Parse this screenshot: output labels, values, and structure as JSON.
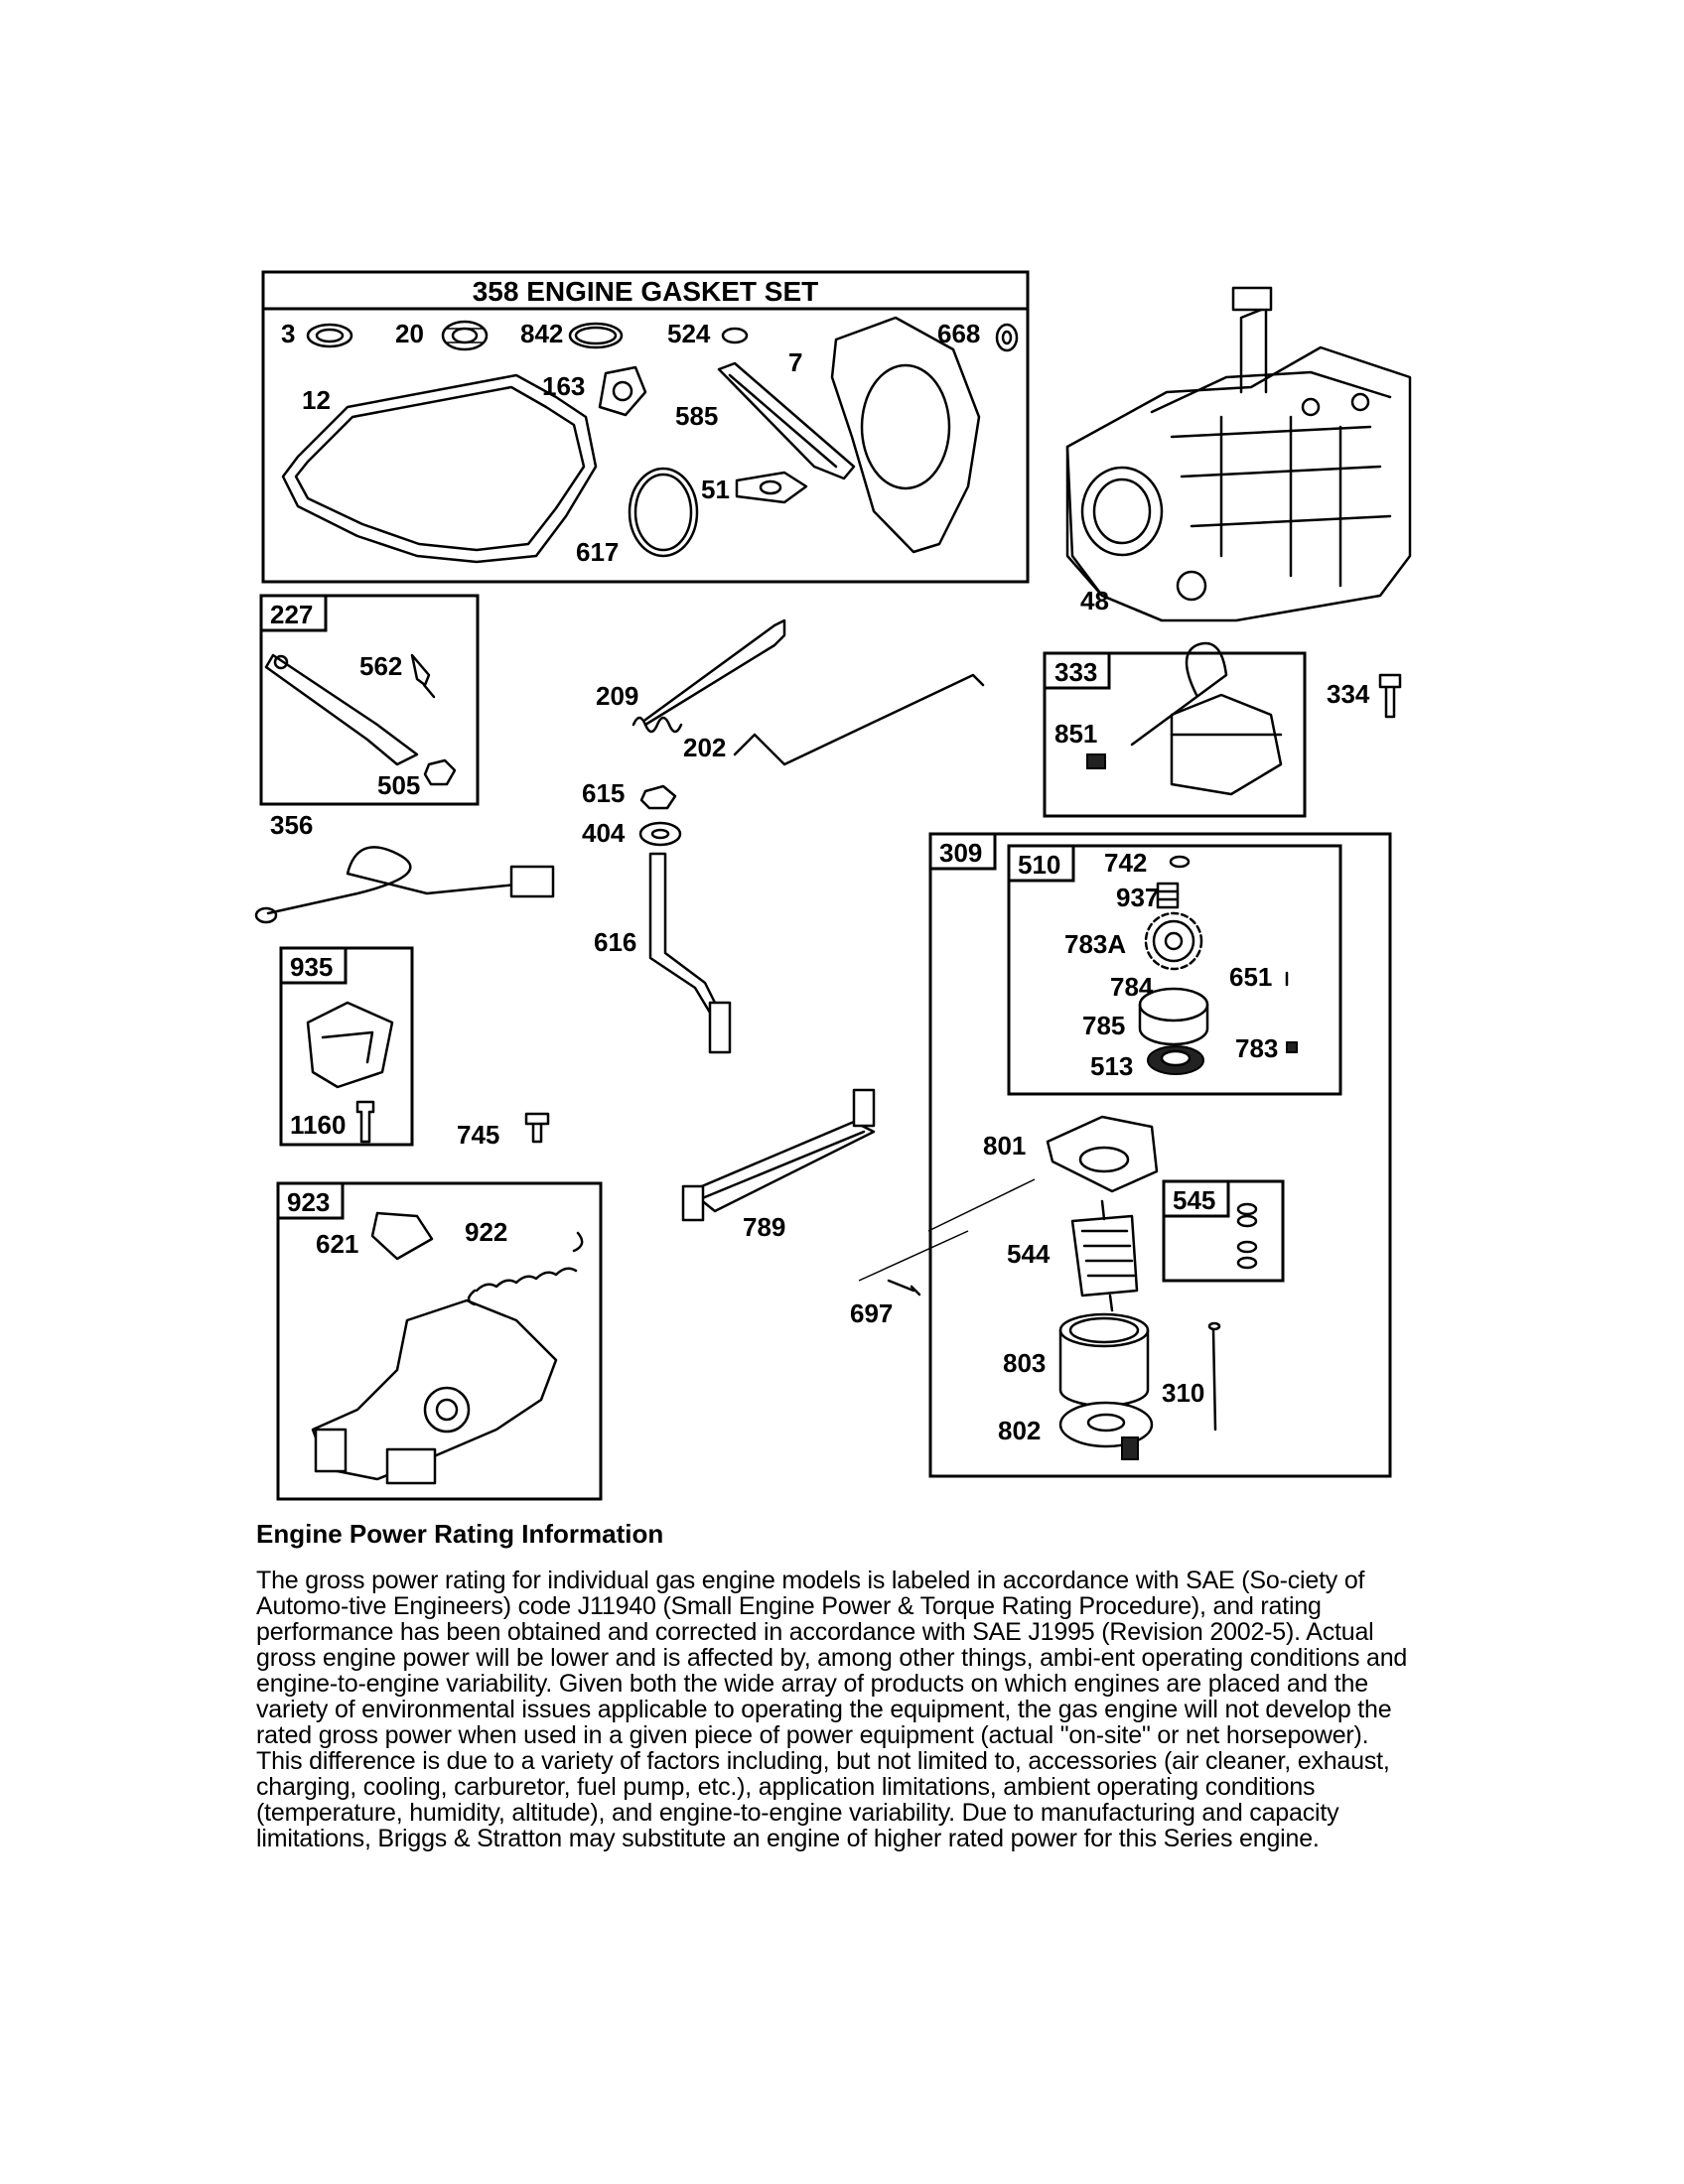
{
  "gasket_set": {
    "title": "358 ENGINE GASKET SET",
    "labels": [
      "3",
      "20",
      "842",
      "524",
      "668",
      "7",
      "12",
      "163",
      "585",
      "51",
      "617"
    ]
  },
  "callouts": {
    "p48": "48",
    "p227": "227",
    "p562": "562",
    "p505": "505",
    "p209": "209",
    "p202": "202",
    "p615": "615",
    "p404": "404",
    "p333": "333",
    "p334": "334",
    "p851": "851",
    "p356": "356",
    "p616": "616",
    "p309": "309",
    "p510": "510",
    "p742": "742",
    "p937": "937",
    "p783A": "783A",
    "p651": "651",
    "p784": "784",
    "p785": "785",
    "p783": "783",
    "p513": "513",
    "p935": "935",
    "p1160": "1160",
    "p745": "745",
    "p923": "923",
    "p621": "621",
    "p922": "922",
    "p789": "789",
    "p801": "801",
    "p545": "545",
    "p544": "544",
    "p697": "697",
    "p803": "803",
    "p310": "310",
    "p802": "802"
  },
  "info": {
    "heading": "Engine Power Rating Information",
    "body": "The gross power rating for individual gas engine models is labeled in accordance with SAE (So-ciety of Automo-tive Engineers) code J11940 (Small Engine Power & Torque Rating Procedure), and rating performance has been obtained and corrected in accordance with SAE J1995 (Revision 2002-5). Actual gross engine power will be lower and is affected by, among other things, ambi-ent operating conditions and engine-to-engine variability. Given both the wide array of products on which engines are placed and the variety of environmental issues applicable to operating the equipment, the gas engine will not develop the rated gross power when used in a given piece of power equipment (actual \"on-site\" or net horsepower). This difference is due to a variety of factors including, but not limited to, accessories (air cleaner, exhaust, charging, cooling, carburetor, fuel pump, etc.), application limitations, ambient operating conditions (temperature, humidity, altitude), and engine-to-engine variability. Due to manufacturing and capacity limitations, Briggs & Stratton may substitute an engine of higher rated power for this Series engine."
  }
}
